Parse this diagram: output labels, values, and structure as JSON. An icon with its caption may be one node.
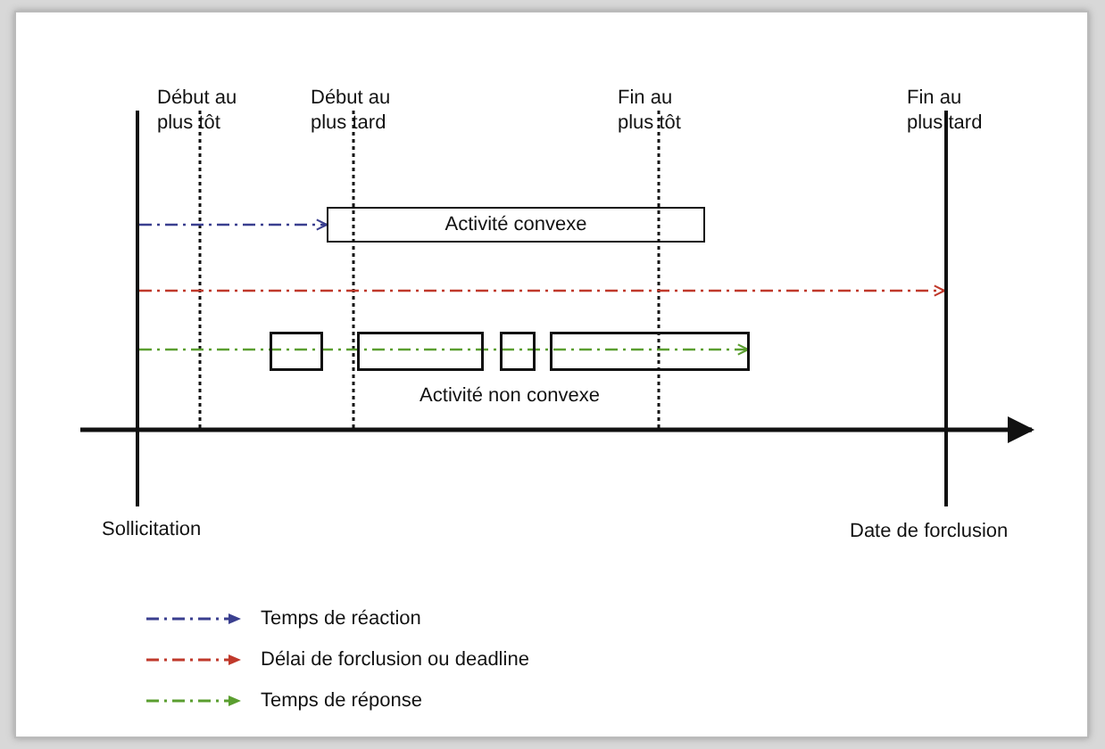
{
  "diagram": {
    "nodes": [
      {
        "text": [],
        "shape": "bar",
        "beside": [
          "Sollicitation"
        ]
      },
      {
        "text": [],
        "shape": "bar",
        "beside": [
          "Date de forclusion"
        ]
      },
      {
        "text": [
          "Activité convexe"
        ]
      },
      {
        "text": [
          "Activité non convexe"
        ]
      }
    ],
    "edges": [
      {
        "from": 0,
        "to": 2,
        "arrow": "to",
        "style": "dashed",
        "color": "#3a3f8f"
      },
      {
        "from": 0,
        "to": 1,
        "arrow": "to",
        "style": "dashed",
        "color": "#c0392b"
      },
      {
        "from": 0,
        "to": 3,
        "arrow": "to",
        "style": "dashed",
        "color": "#5a9e2f"
      }
    ],
    "labels": [
      "Début au plus tôt",
      "Début au plus tard",
      "Fin au plus tôt",
      "Fin au plus tard"
    ],
    "legend": [
      {
        "text": "Temps de réaction"
      },
      {
        "text": "Délai de forclusion ou deadline"
      },
      {
        "text": "Temps de réponse"
      }
    ]
  }
}
